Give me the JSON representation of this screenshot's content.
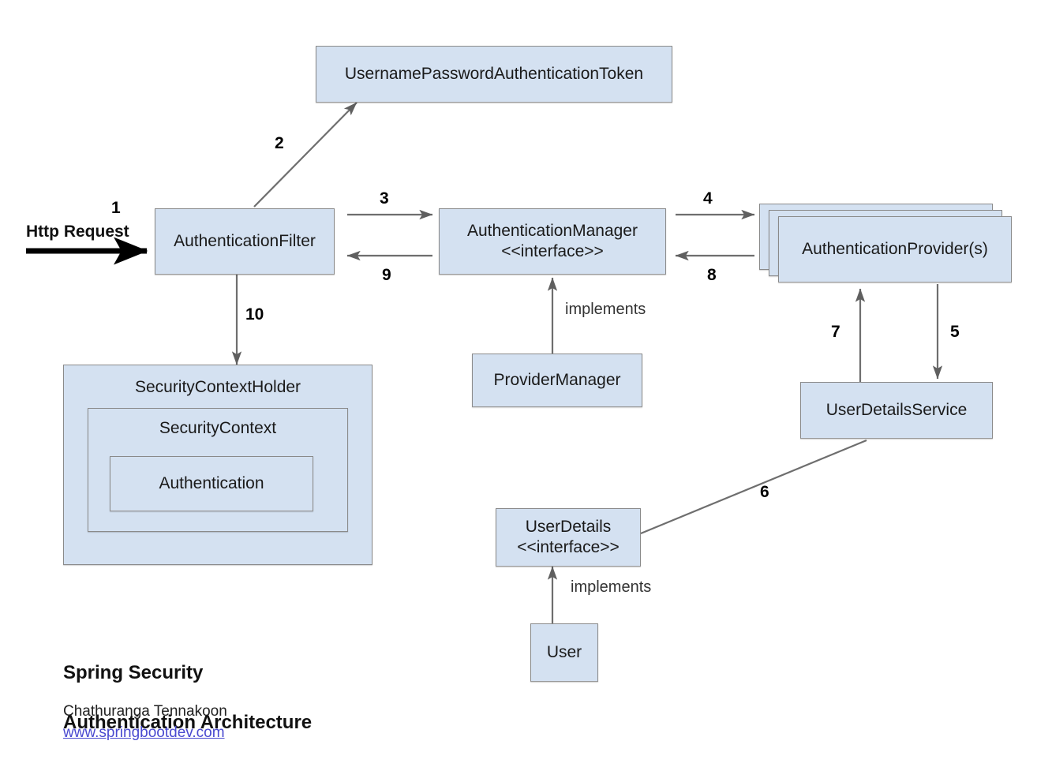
{
  "diagram": {
    "title_line1": "Spring Security",
    "title_line2": "Authentication Architecture",
    "author": "Chathuranga Tennakoon",
    "website": "www.springbootdev.com",
    "colors": {
      "box_fill": "#d4e1f1",
      "box_border": "#8a8a8a",
      "edge": "#6e6e6e",
      "strong_edge": "#000000",
      "link": "#4a4ad0",
      "background": "#ffffff"
    }
  },
  "nodes": {
    "token": {
      "label": "UsernamePasswordAuthenticationToken"
    },
    "filter": {
      "label": "AuthenticationFilter"
    },
    "manager": {
      "label": "AuthenticationManager\n<<interface>>"
    },
    "provider": {
      "label": "AuthenticationProvider(s)"
    },
    "provider_manager": {
      "label": "ProviderManager"
    },
    "user_details_service": {
      "label": "UserDetailsService"
    },
    "user_details": {
      "label": "UserDetails\n<<interface>>"
    },
    "user": {
      "label": "User"
    },
    "security_context_holder": {
      "label": "SecurityContextHolder"
    },
    "security_context": {
      "label": "SecurityContext"
    },
    "authentication": {
      "label": "Authentication"
    }
  },
  "edges": {
    "http_request_label": "Http Request",
    "implements_manager": "implements",
    "implements_user": "implements",
    "steps": [
      {
        "id": "1",
        "from": "http-request",
        "to": "filter"
      },
      {
        "id": "2",
        "from": "filter",
        "to": "token"
      },
      {
        "id": "3",
        "from": "filter",
        "to": "manager"
      },
      {
        "id": "4",
        "from": "manager",
        "to": "provider"
      },
      {
        "id": "5",
        "from": "provider",
        "to": "user-details-service"
      },
      {
        "id": "6",
        "from": "user-details",
        "to": "user-details-service"
      },
      {
        "id": "7",
        "from": "user-details-service",
        "to": "provider"
      },
      {
        "id": "8",
        "from": "provider",
        "to": "manager"
      },
      {
        "id": "9",
        "from": "manager",
        "to": "filter"
      },
      {
        "id": "10",
        "from": "filter",
        "to": "security-context-holder"
      }
    ]
  }
}
